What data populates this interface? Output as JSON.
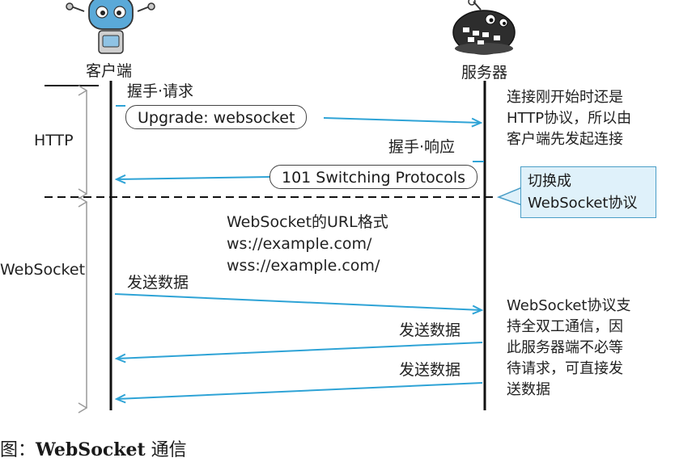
{
  "participants": {
    "client": "客户端",
    "server": "服务器"
  },
  "phases": {
    "http": "HTTP",
    "websocket": "WebSocket"
  },
  "messages": {
    "handshake_request": "握手·请求",
    "upgrade_header": "Upgrade: websocket",
    "handshake_response": "握手·响应",
    "switching_status": "101 Switching Protocols",
    "send_1": "发送数据",
    "send_2": "发送数据",
    "send_3": "发送数据"
  },
  "url_format": {
    "title": "WebSocket的URL格式",
    "line_ws": "ws://example.com/",
    "line_wss": "wss://example.com/"
  },
  "notes": {
    "http_start": [
      "连接刚开始时还是",
      "HTTP协议，所以由",
      "客户端先发起连接"
    ],
    "switch": [
      "切换成",
      "WebSocket协议"
    ],
    "full_duplex": [
      "WebSocket协议支",
      "持全双工通信，因",
      "此服务器端不必等",
      "待请求，可直接发",
      "送数据"
    ]
  },
  "caption": {
    "prefix": "图：",
    "bold": "WebSocket",
    "suffix": " 通信"
  },
  "colors": {
    "arrow": "#2ea3d6",
    "callout_fill": "#dff1fa",
    "callout_border": "#4a9ec7",
    "lifeline": "#111111",
    "phase_bar": "#999999"
  },
  "icons": {
    "client": "robot-icon",
    "server": "server-robot-icon"
  }
}
